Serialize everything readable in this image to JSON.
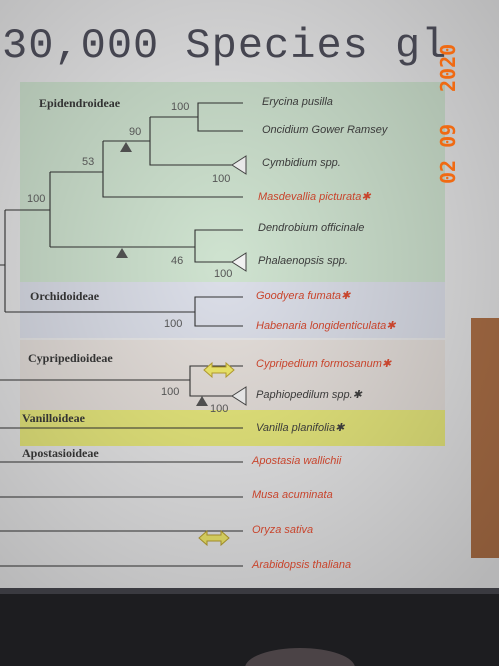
{
  "title": "30,000 Species gl",
  "date_stamp": {
    "line1": "2020",
    "line2": "02 09"
  },
  "colors": {
    "screen": "#e9e9ea",
    "epidendroideae_band": "#cfe3d0",
    "orchidoideae_band": "#dcdfe9",
    "cypripedioideae_band": "#e6e0dc",
    "vanilloideae_band": "#e9ea7e",
    "taxon_dark": "#3a3a3a",
    "taxon_red": "#c8442c",
    "arrow_fill": "#f1ea6c"
  },
  "clades": {
    "epidendroideae": "Epidendroideae",
    "orchidoideae": "Orchidoideae",
    "cypripedioideae": "Cypripedioideae",
    "vanilloideae": "Vanilloideae",
    "apostasioideae": "Apostasioideae"
  },
  "taxa": [
    {
      "name": "Erycina pusilla",
      "color": "dark"
    },
    {
      "name": "Oncidium Gower Ramsey",
      "color": "dark"
    },
    {
      "name": "Cymbidium spp.",
      "color": "dark"
    },
    {
      "name": "Masdevallia picturata✱",
      "color": "red"
    },
    {
      "name": "Dendrobium officinale",
      "color": "dark"
    },
    {
      "name": "Phalaenopsis spp.",
      "color": "dark"
    },
    {
      "name": "Goodyera fumata✱",
      "color": "red"
    },
    {
      "name": "Habenaria longidenticulata✱",
      "color": "red"
    },
    {
      "name": "Cypripedium formosanum✱",
      "color": "red"
    },
    {
      "name": "Paphiopedilum spp.✱",
      "color": "dark"
    },
    {
      "name": "Vanilla planifolia✱",
      "color": "dark"
    },
    {
      "name": "Apostasia wallichii",
      "color": "red"
    },
    {
      "name": "Musa acuminata",
      "color": "red"
    },
    {
      "name": "Oryza sativa",
      "color": "red"
    },
    {
      "name": "Arabidopsis thaliana",
      "color": "red"
    }
  ],
  "bootstrap": {
    "b1": "100",
    "b2": "90",
    "b3": "53",
    "b4": "100",
    "b5": "100",
    "b6": "46",
    "b7": "100",
    "b8": "100",
    "b9": "100",
    "b10": "100"
  },
  "icons": {
    "event_marker": "triangle-icon",
    "collapsed_clade": "wedge-icon",
    "gene_transfer": "double-arrow-icon"
  }
}
